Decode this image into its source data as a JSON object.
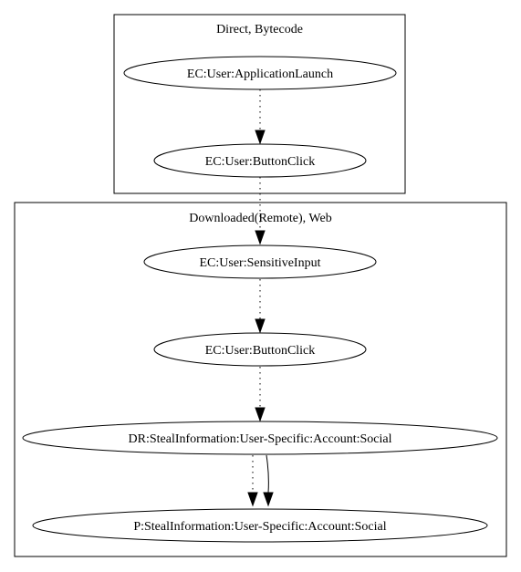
{
  "clusters": [
    {
      "id": "c1",
      "label": "Direct, Bytecode"
    },
    {
      "id": "c2",
      "label": "Downloaded(Remote), Web"
    }
  ],
  "nodes": [
    {
      "id": "n1",
      "label": "EC:User:ApplicationLaunch",
      "cluster": "c1"
    },
    {
      "id": "n2",
      "label": "EC:User:ButtonClick",
      "cluster": "c1"
    },
    {
      "id": "n3",
      "label": "EC:User:SensitiveInput",
      "cluster": "c2"
    },
    {
      "id": "n4",
      "label": "EC:User:ButtonClick",
      "cluster": "c2"
    },
    {
      "id": "n5",
      "label": "DR:StealInformation:User-Specific:Account:Social",
      "cluster": "c2"
    },
    {
      "id": "n6",
      "label": "P:StealInformation:User-Specific:Account:Social",
      "cluster": "c2"
    }
  ],
  "edges": [
    {
      "from": "n1",
      "to": "n2",
      "style": "dotted"
    },
    {
      "from": "n2",
      "to": "n3",
      "style": "dotted"
    },
    {
      "from": "n3",
      "to": "n4",
      "style": "dotted"
    },
    {
      "from": "n4",
      "to": "n5",
      "style": "dotted"
    },
    {
      "from": "n5",
      "to": "n6",
      "style": "dotted"
    },
    {
      "from": "n5",
      "to": "n6",
      "style": "solid"
    }
  ]
}
